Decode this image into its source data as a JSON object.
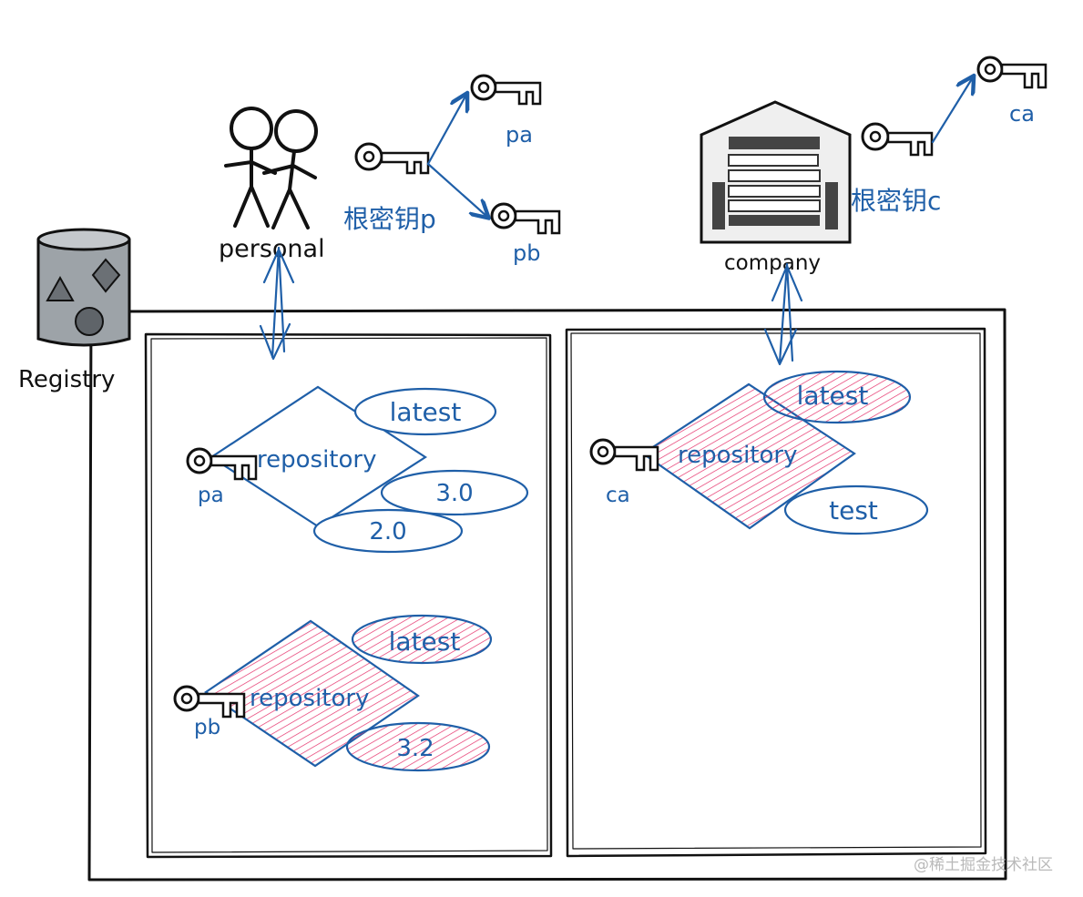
{
  "actors": {
    "personal_label": "personal",
    "company_label": "company",
    "registry_label": "Registry"
  },
  "root_keys": {
    "personal": "根密钥p",
    "company": "根密钥c"
  },
  "keys": {
    "pa": "pa",
    "pb": "pb",
    "ca": "ca"
  },
  "personal_repos": [
    {
      "name": "repository",
      "key": "pa",
      "signed": false,
      "tags": [
        "latest",
        "3.0",
        "2.0"
      ]
    },
    {
      "name": "repository",
      "key": "pb",
      "signed": true,
      "tags": [
        "latest",
        "3.2"
      ]
    }
  ],
  "company_repos": [
    {
      "name": "repository",
      "key": "ca",
      "signed": true,
      "tags": [
        "latest",
        "test"
      ]
    }
  ],
  "watermark": "@稀土掘金技术社区",
  "colors": {
    "ink": "#111111",
    "accent_blue": "#1f5fa8",
    "signed_fill": "#e5306a",
    "watermark": "#b9b9b9"
  }
}
